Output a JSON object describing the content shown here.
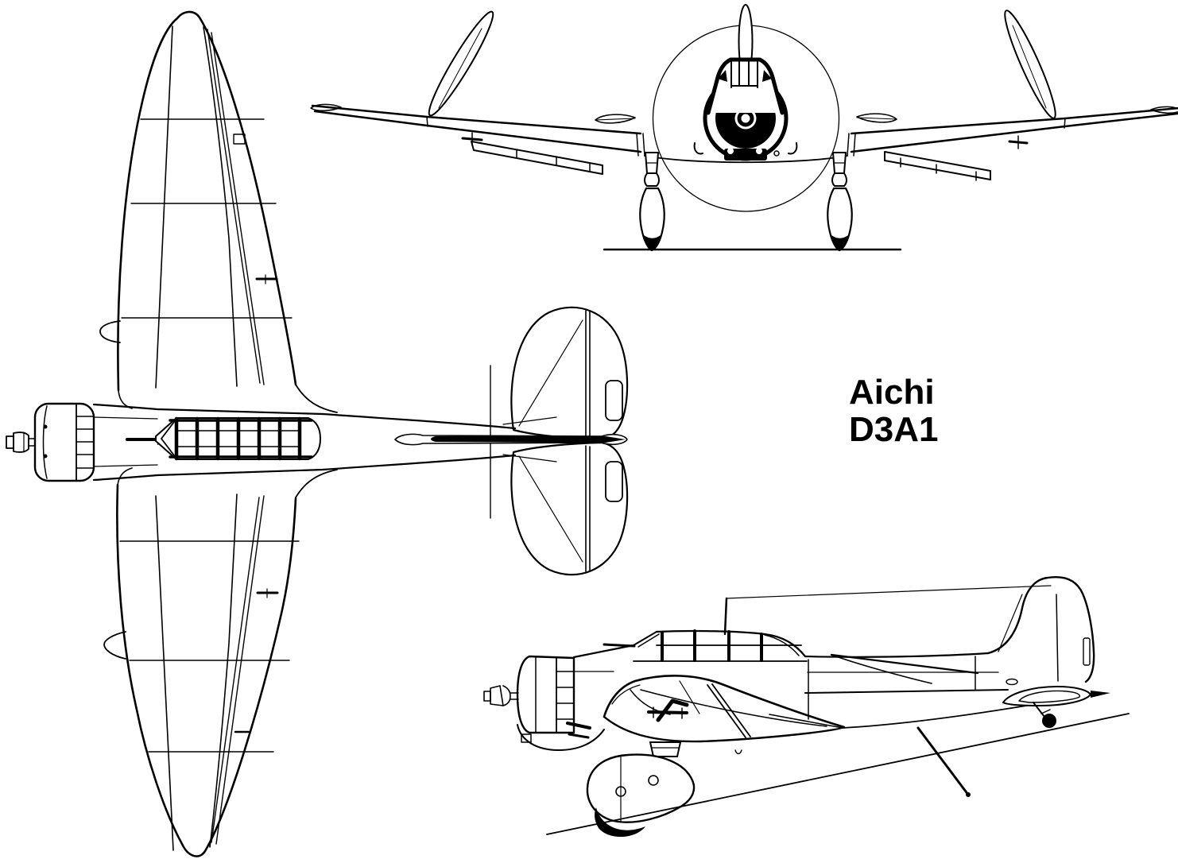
{
  "figure": {
    "type": "three-view-aircraft-line-drawing",
    "subject": "Aichi D3A1",
    "views": [
      "top-view",
      "front-view",
      "side-view"
    ]
  },
  "label": {
    "line1": "Aichi",
    "line2": "D3A1"
  },
  "colors": {
    "ink": "#000000",
    "paper": "#ffffff"
  }
}
